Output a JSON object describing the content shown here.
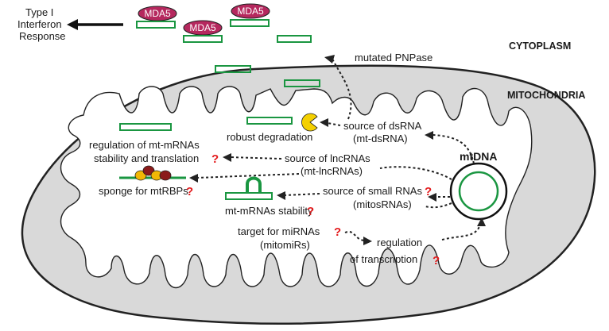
{
  "labels": {
    "type_i_line1": "Type I",
    "type_i_line2": "Interferon",
    "type_i_line3": "Response",
    "mda5": "MDA5",
    "cytoplasm": "CYTOPLASM",
    "mitochondria": "MITOCHONDRIA",
    "mutated_pnpase": "mutated PNPase",
    "mtdna": "mtDNA",
    "robust_degradation": "robust degradation",
    "source_dsrna_line1": "source of dsRNA",
    "source_dsrna_line2": "(mt-dsRNA)",
    "regulation_mt_mrnas_line1": "regulation of mt-mRNAs",
    "regulation_mt_mrnas_line2": "stability and translation",
    "source_lncrnas_line1": "source of lncRNAs",
    "source_lncrnas_line2": "(mt-lncRNAs)",
    "sponge": "sponge for mtRBPs",
    "source_small_line1": "source of small RNAs",
    "source_small_line2": "(mitosRNAs)",
    "mt_mrnas_stability": "mt-mRNAs stability",
    "target_mirnas_line1": "target for miRNAs",
    "target_mirnas_line2": "(mitomiRs)",
    "regulation_transcription_line1": "regulation",
    "regulation_transcription_line2": "of transcription",
    "question": "?"
  },
  "colors": {
    "mda5": "#b5285e",
    "rna_strand": "#1a9641",
    "question_mark": "#e31a1c",
    "pacman": "#f4d000",
    "rbp_red": "#8b1a1a",
    "rbp_yellow": "#f2b705",
    "membrane_fill": "#d9d9d9"
  }
}
